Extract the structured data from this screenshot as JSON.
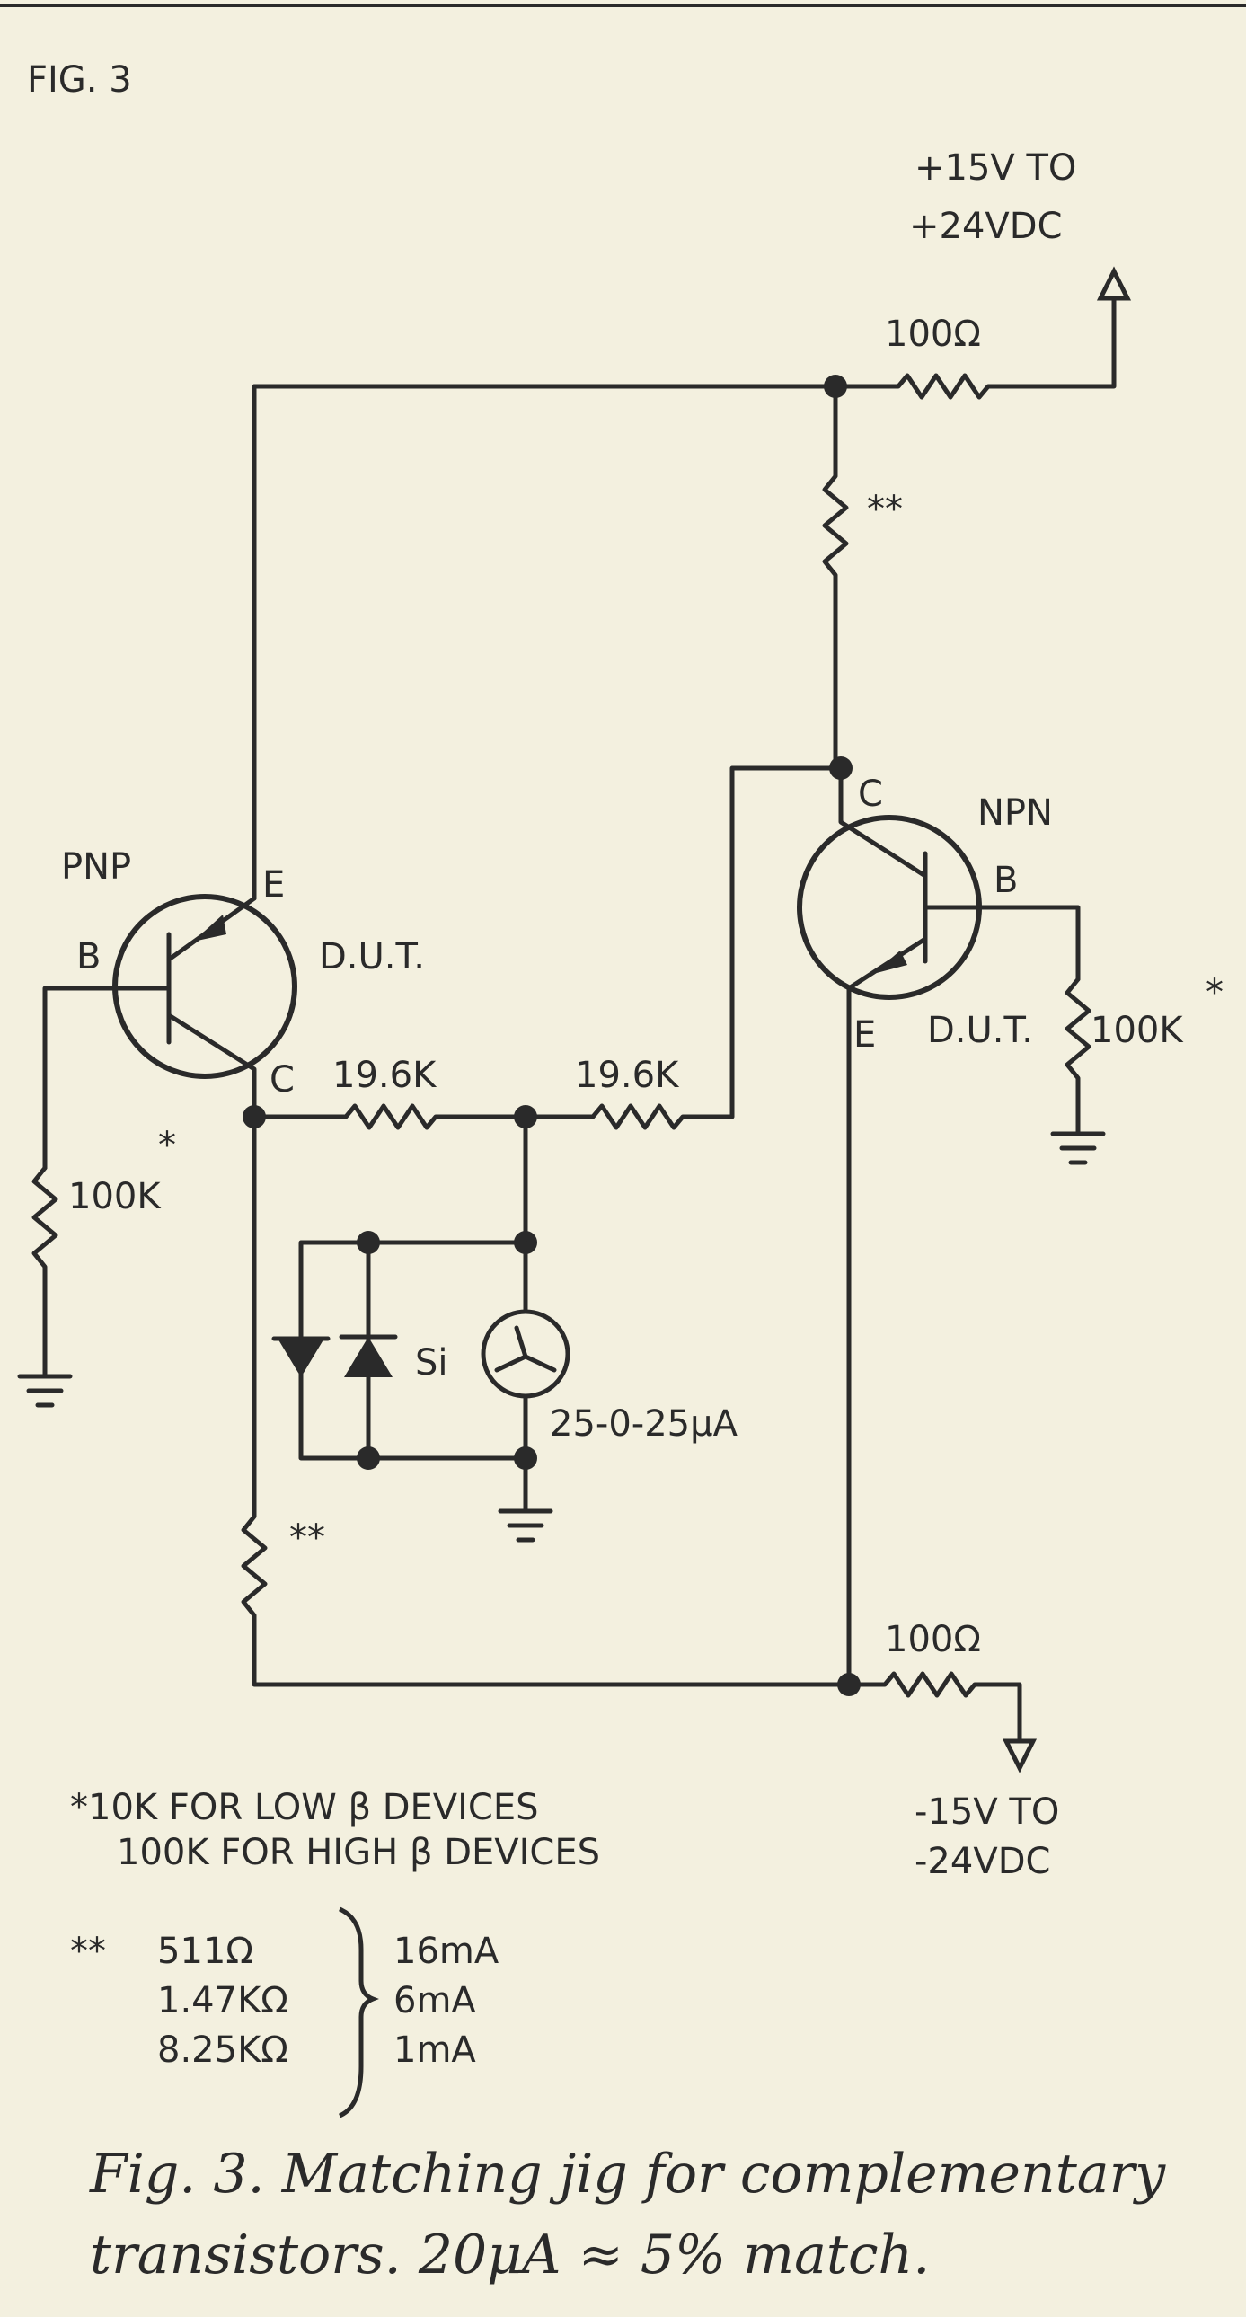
{
  "figure_label": "FIG. 3",
  "supply": {
    "positive_line1": "+15V TO",
    "positive_line2": "+24VDC",
    "negative_line1": "-15V TO",
    "negative_line2": "-24VDC",
    "top_resistor": "100Ω",
    "bottom_resistor": "100Ω"
  },
  "pnp": {
    "type": "PNP",
    "dut": "D.U.T.",
    "pin_e": "E",
    "pin_b": "B",
    "pin_c": "C",
    "base_resistor": "100K",
    "star": "*"
  },
  "npn": {
    "type": "NPN",
    "dut": "D.U.T.",
    "pin_c": "C",
    "pin_b": "B",
    "pin_e": "E",
    "base_resistor": "100K",
    "star": "*"
  },
  "bridge": {
    "left_resistor": "19.6K",
    "right_resistor": "19.6K",
    "diode_label": "Si",
    "meter_label": "25-0-25μA"
  },
  "emitter_resistor_mark": "**",
  "notes": {
    "star_line1": "*10K FOR LOW β DEVICES",
    "star_line2": "100K FOR HIGH β DEVICES",
    "double_star": "**",
    "resistors": [
      "511Ω",
      "1.47KΩ",
      "8.25KΩ"
    ],
    "currents": [
      "16mA",
      "6mA",
      "1mA"
    ]
  },
  "caption": {
    "line1": "Fig.  3.  Matching  jig  for  complementary",
    "line2": "transistors.  20μA  ≈  5%  match."
  }
}
